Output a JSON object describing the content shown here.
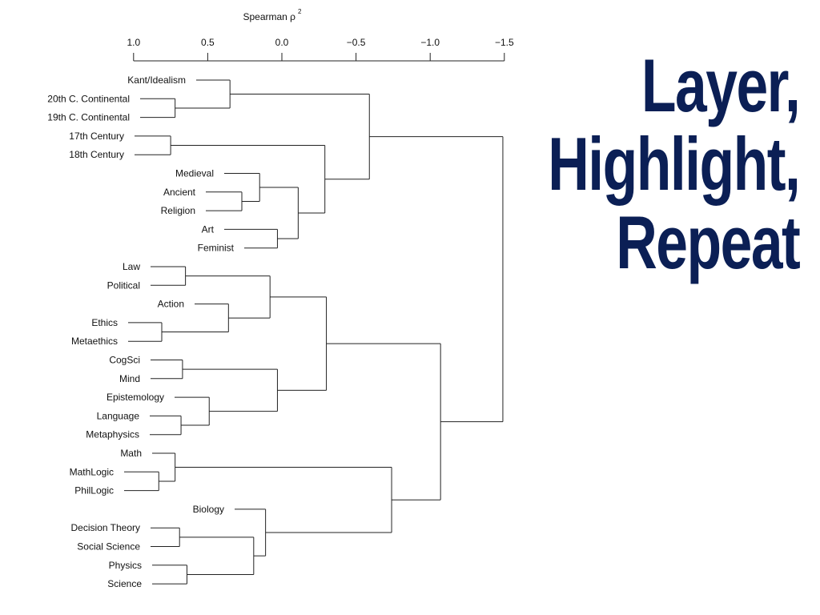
{
  "slide_title": [
    "Layer,",
    "Highlight,",
    "Repeat"
  ],
  "chart_data": {
    "type": "dendrogram",
    "axis": {
      "label": "Spearman ρ",
      "label_sup": "2",
      "range": [
        1.0,
        -1.5
      ],
      "ticks": [
        1.0,
        0.5,
        0.0,
        -0.5,
        -1.0,
        -1.5
      ],
      "tick_labels": [
        "1.0",
        "0.5",
        "0.0",
        "−0.5",
        "−1.0",
        "−1.5"
      ]
    },
    "leaves": [
      "Kant/Idealism",
      "20th C. Continental",
      "19th C. Continental",
      "17th Century",
      "18th Century",
      "Medieval",
      "Ancient",
      "Religion",
      "Art",
      "Feminist",
      "Law",
      "Political",
      "Action",
      "Ethics",
      "Metaethics",
      "CogSci",
      "Mind",
      "Epistemology",
      "Language",
      "Metaphysics",
      "Math",
      "MathLogic",
      "PhilLogic",
      "Biology",
      "Decision Theory",
      "Social Science",
      "Physics",
      "Science"
    ],
    "tree": {
      "h": -1.49,
      "c": [
        {
          "h": -0.59,
          "c": [
            {
              "h": 0.35,
              "c": [
                0,
                {
                  "h": 0.72,
                  "c": [
                    1,
                    2
                  ]
                }
              ]
            },
            {
              "h": -0.29,
              "c": [
                {
                  "h": 0.75,
                  "c": [
                    3,
                    4
                  ]
                },
                {
                  "h": -0.11,
                  "c": [
                    {
                      "h": 0.15,
                      "c": [
                        5,
                        {
                          "h": 0.27,
                          "c": [
                            6,
                            7
                          ]
                        }
                      ]
                    },
                    {
                      "h": 0.03,
                      "c": [
                        8,
                        9
                      ]
                    }
                  ]
                }
              ]
            }
          ]
        },
        {
          "h": -1.07,
          "c": [
            {
              "h": -0.3,
              "c": [
                {
                  "h": 0.08,
                  "c": [
                    {
                      "h": 0.65,
                      "c": [
                        10,
                        11
                      ]
                    },
                    {
                      "h": 0.36,
                      "c": [
                        12,
                        {
                          "h": 0.81,
                          "c": [
                            13,
                            14
                          ]
                        }
                      ]
                    }
                  ]
                },
                {
                  "h": 0.03,
                  "c": [
                    {
                      "h": 0.67,
                      "c": [
                        15,
                        16
                      ]
                    },
                    {
                      "h": 0.49,
                      "c": [
                        17,
                        {
                          "h": 0.68,
                          "c": [
                            18,
                            19
                          ]
                        }
                      ]
                    }
                  ]
                }
              ]
            },
            {
              "h": -0.74,
              "c": [
                {
                  "h": 0.72,
                  "c": [
                    20,
                    {
                      "h": 0.83,
                      "c": [
                        21,
                        22
                      ]
                    }
                  ]
                },
                {
                  "h": 0.11,
                  "c": [
                    23,
                    {
                      "h": 0.19,
                      "c": [
                        {
                          "h": 0.69,
                          "c": [
                            24,
                            25
                          ]
                        },
                        {
                          "h": 0.64,
                          "c": [
                            26,
                            27
                          ]
                        }
                      ]
                    }
                  ]
                }
              ]
            }
          ]
        }
      ]
    }
  }
}
